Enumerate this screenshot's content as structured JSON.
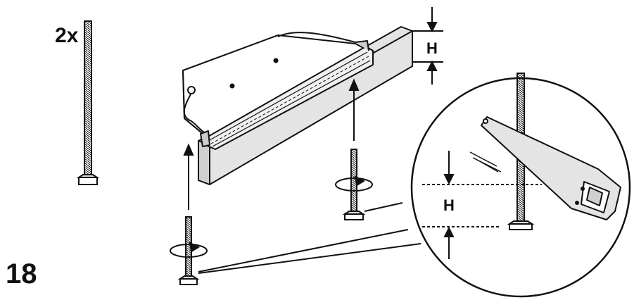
{
  "labels": {
    "quantity": "2x",
    "step_number": "18",
    "height_top": "H",
    "height_detail": "H"
  },
  "icons": {
    "screw_long": "threaded-leveling-screw-icon",
    "screw_left": "leveling-screw-icon",
    "screw_right": "leveling-screw-icon",
    "rotate_left": "rotate-arrow-icon",
    "rotate_right": "rotate-arrow-icon",
    "saw": "hand-saw-icon",
    "cabinet": "kickboard-assembly-icon"
  },
  "colors": {
    "stroke": "#111111",
    "panel_light": "#e4e4e4",
    "panel_mid": "#d0d0d0",
    "white": "#ffffff"
  }
}
